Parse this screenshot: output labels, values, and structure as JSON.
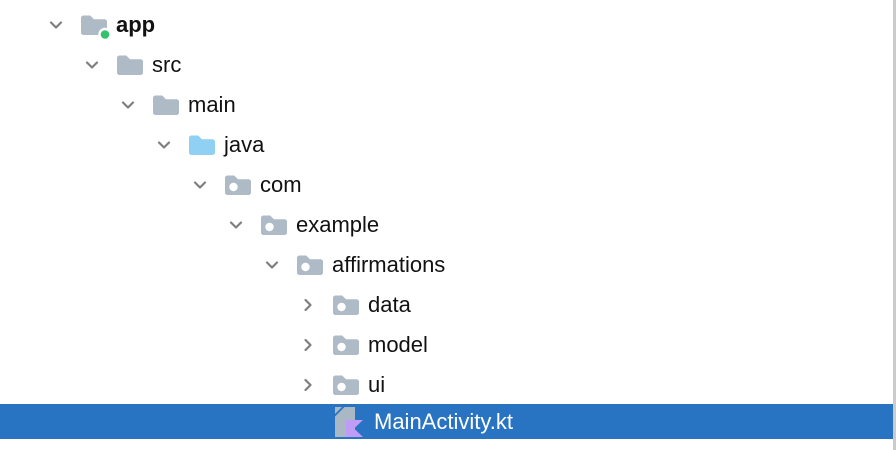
{
  "window": {
    "kind": "ide-project-tree"
  },
  "colors": {
    "selection_blue": "#2874C2",
    "folder_grey": "#AEBBC6",
    "source_folder_blue": "#8FD0F3",
    "module_dot_green": "#36C26C",
    "kotlin_page_grey": "#A9B8C4",
    "kotlin_mark_purple": "#BE9CF8",
    "chevron_grey": "#7F7F7F",
    "text": "#111111",
    "selected_text": "#FFFFFF",
    "panel_border": "#CBCBCB"
  },
  "tree": {
    "items": [
      {
        "label": "app",
        "level": 0,
        "state": "expanded",
        "icon": "module-folder-icon",
        "bold": true,
        "selected": false
      },
      {
        "label": "src",
        "level": 1,
        "state": "expanded",
        "icon": "folder-icon",
        "bold": false,
        "selected": false
      },
      {
        "label": "main",
        "level": 2,
        "state": "expanded",
        "icon": "folder-icon",
        "bold": false,
        "selected": false
      },
      {
        "label": "java",
        "level": 3,
        "state": "expanded",
        "icon": "source-folder-icon",
        "bold": false,
        "selected": false
      },
      {
        "label": "com",
        "level": 4,
        "state": "expanded",
        "icon": "package-icon",
        "bold": false,
        "selected": false
      },
      {
        "label": "example",
        "level": 5,
        "state": "expanded",
        "icon": "package-icon",
        "bold": false,
        "selected": false
      },
      {
        "label": "affirmations",
        "level": 6,
        "state": "expanded",
        "icon": "package-icon",
        "bold": false,
        "selected": false
      },
      {
        "label": "data",
        "level": 7,
        "state": "collapsed",
        "icon": "package-icon",
        "bold": false,
        "selected": false
      },
      {
        "label": "model",
        "level": 7,
        "state": "collapsed",
        "icon": "package-icon",
        "bold": false,
        "selected": false
      },
      {
        "label": "ui",
        "level": 7,
        "state": "collapsed",
        "icon": "package-icon",
        "bold": false,
        "selected": false
      },
      {
        "label": "MainActivity.kt",
        "level": 7,
        "state": "leaf",
        "icon": "kotlin-file-icon",
        "bold": false,
        "selected": true
      }
    ]
  }
}
